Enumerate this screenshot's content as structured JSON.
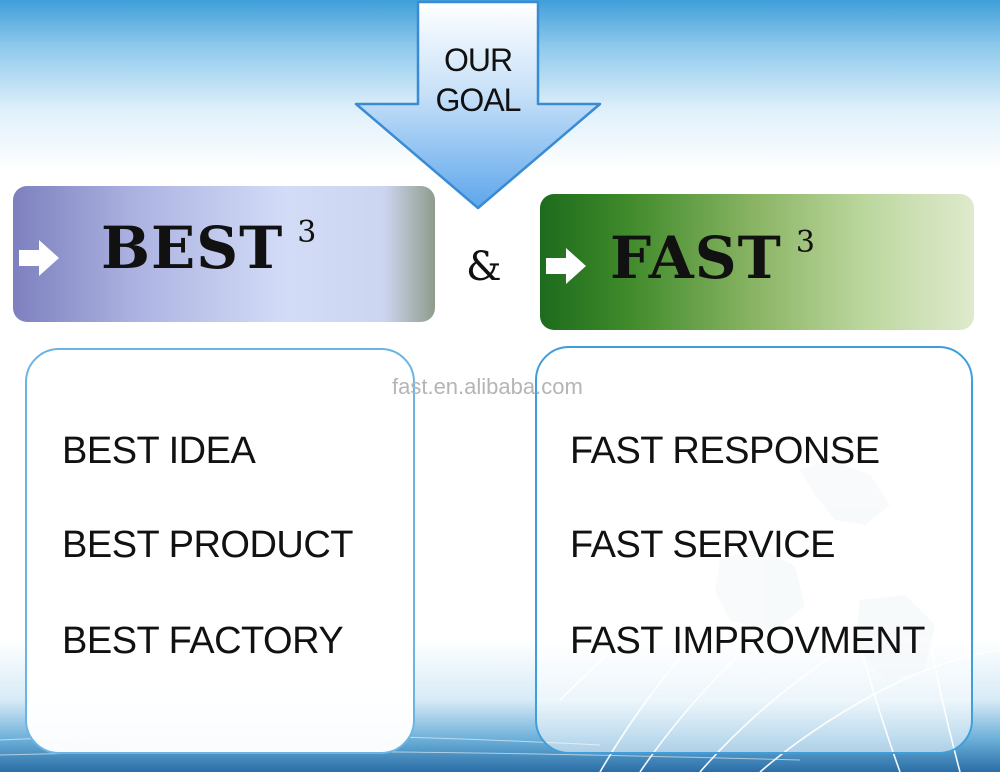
{
  "goal": {
    "line1": "OUR",
    "line2": "GOAL"
  },
  "best": {
    "title": "BEST",
    "superscript": "3",
    "items": [
      "BEST IDEA",
      "BEST PRODUCT",
      "BEST FACTORY"
    ]
  },
  "connector": "&",
  "fast": {
    "title": "FAST",
    "superscript": "3",
    "items": [
      "FAST RESPONSE",
      "FAST SERVICE",
      "FAST IMPROVMENT"
    ]
  },
  "watermark": "fast.en.alibaba.com",
  "colors": {
    "arrow_fill": "#8fc2f2",
    "best_banner": "#aeb4e2",
    "fast_banner": "#3f8a2a",
    "card_border": "#4aa6df"
  }
}
